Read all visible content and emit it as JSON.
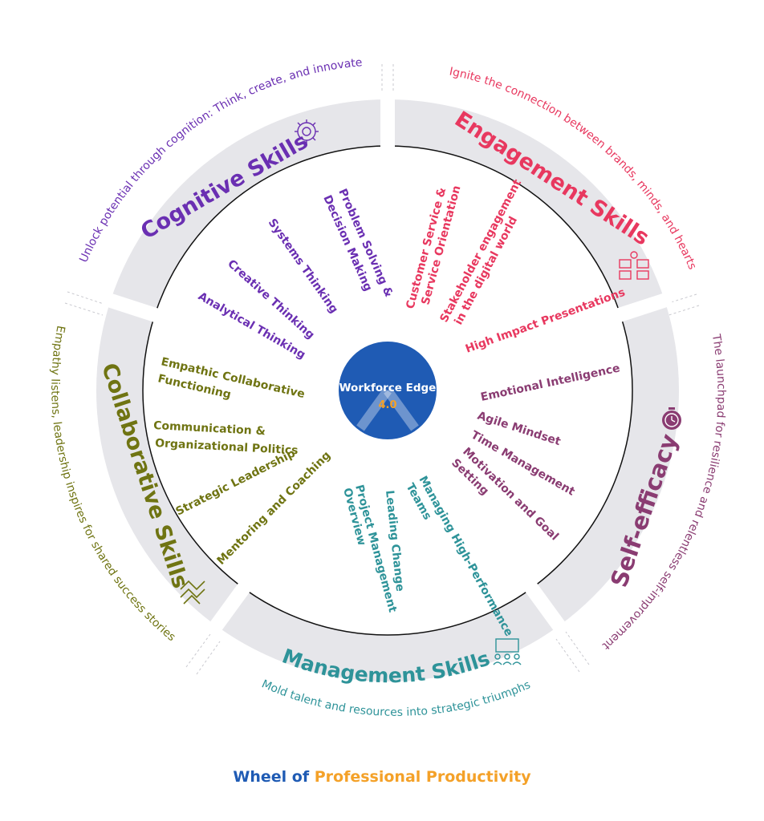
{
  "center": {
    "title": "Workforce Edge",
    "version": "4.0"
  },
  "footer": {
    "part1": "Wheel of ",
    "part2": "Professional Productivity"
  },
  "colors": {
    "cognitive": "#6a2fb2",
    "engagement": "#e8385f",
    "selfefficacy": "#8a3c72",
    "management": "#2e9399",
    "collaborative": "#6f7412",
    "center": "#1f5bb4",
    "accent": "#f4a128",
    "sector": "#e6e6ea"
  },
  "segments": [
    {
      "key": "cognitive",
      "title": "Cognitive Skills",
      "tagline": "Unlock potential through cognition: Think, create, and innovate",
      "icon": "lightbulb-gear-icon",
      "items": [
        "Problem Solving &",
        "Decision Making",
        "Systems Thinking",
        "Creative Thinking",
        "Analytical Thinking"
      ]
    },
    {
      "key": "engagement",
      "title": "Engagement Skills",
      "tagline": "Ignite the connection between brands, minds, and hearts",
      "icon": "team-network-icon",
      "items": [
        "Customer Service &",
        "Service Orientation",
        "Stakeholder engagement",
        "in the digital world",
        "High Impact Presentations"
      ]
    },
    {
      "key": "selfefficacy",
      "title": "Self-efficacy",
      "tagline": "The launchpad for resilience and relentless self-improvement",
      "icon": "stopwatch-icon",
      "items": [
        "Emotional Intelligence",
        "Agile Mindset",
        "Time Management",
        "Motivation and Goal",
        "Setting"
      ]
    },
    {
      "key": "management",
      "title": "Management Skills",
      "tagline": "Mold talent and resources into strategic triumphs",
      "icon": "presentation-team-icon",
      "items": [
        "Managing High-Performance",
        "Teams",
        "Leading Change",
        "Project Management",
        "Overview"
      ]
    },
    {
      "key": "collaborative",
      "title": "Collaborative Skills",
      "tagline": "Empathy listens, leadership inspires for shared success stories",
      "icon": "handshake-icon",
      "items": [
        "Empathic Collaborative",
        "Functioning",
        "Communication &",
        "Organizational Politics",
        "Strategic Leadership",
        "Mentoring and Coaching"
      ]
    }
  ]
}
